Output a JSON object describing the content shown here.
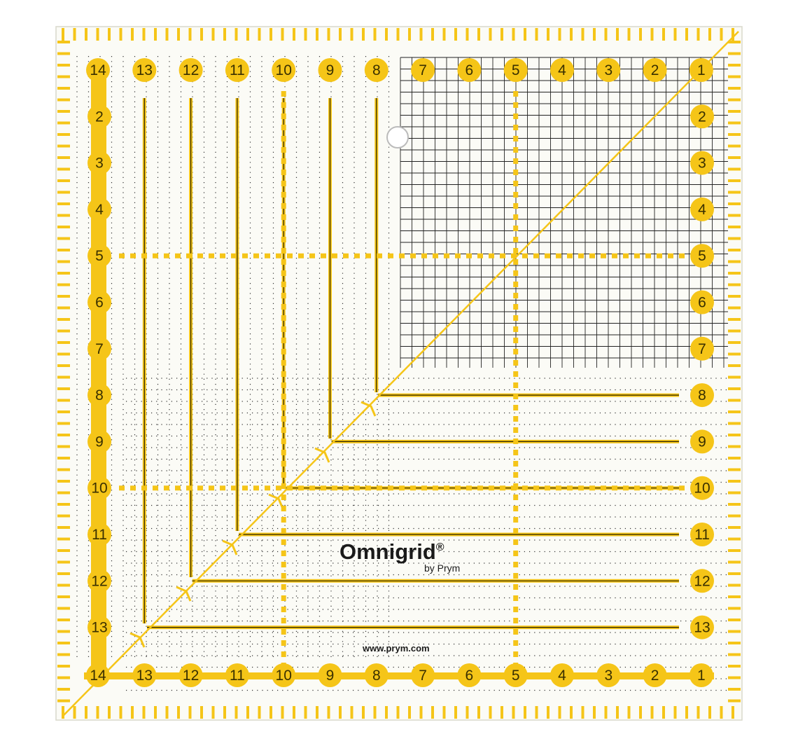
{
  "brand": {
    "name": "Omnigrid",
    "registered": "®",
    "by": "by Prym",
    "website": "www.prym.com"
  },
  "colors": {
    "ruler_yellow": "#f5c518",
    "line_dark": "#2b2300",
    "grid_black": "#222222",
    "acrylic": "#fbfbf6"
  },
  "top_scale": [
    "14",
    "13",
    "12",
    "11",
    "10",
    "9",
    "8",
    "7",
    "6",
    "5",
    "4",
    "3",
    "2",
    "1"
  ],
  "bottom_scale": [
    "14",
    "13",
    "12",
    "11",
    "10",
    "9",
    "8",
    "7",
    "6",
    "5",
    "4",
    "3",
    "2",
    "1"
  ],
  "left_scale": [
    "2",
    "3",
    "4",
    "5",
    "6",
    "7",
    "8",
    "9",
    "10",
    "11",
    "12",
    "13"
  ],
  "right_scale": [
    "2",
    "3",
    "4",
    "5",
    "6",
    "7",
    "8",
    "9",
    "10",
    "11",
    "12",
    "13"
  ]
}
